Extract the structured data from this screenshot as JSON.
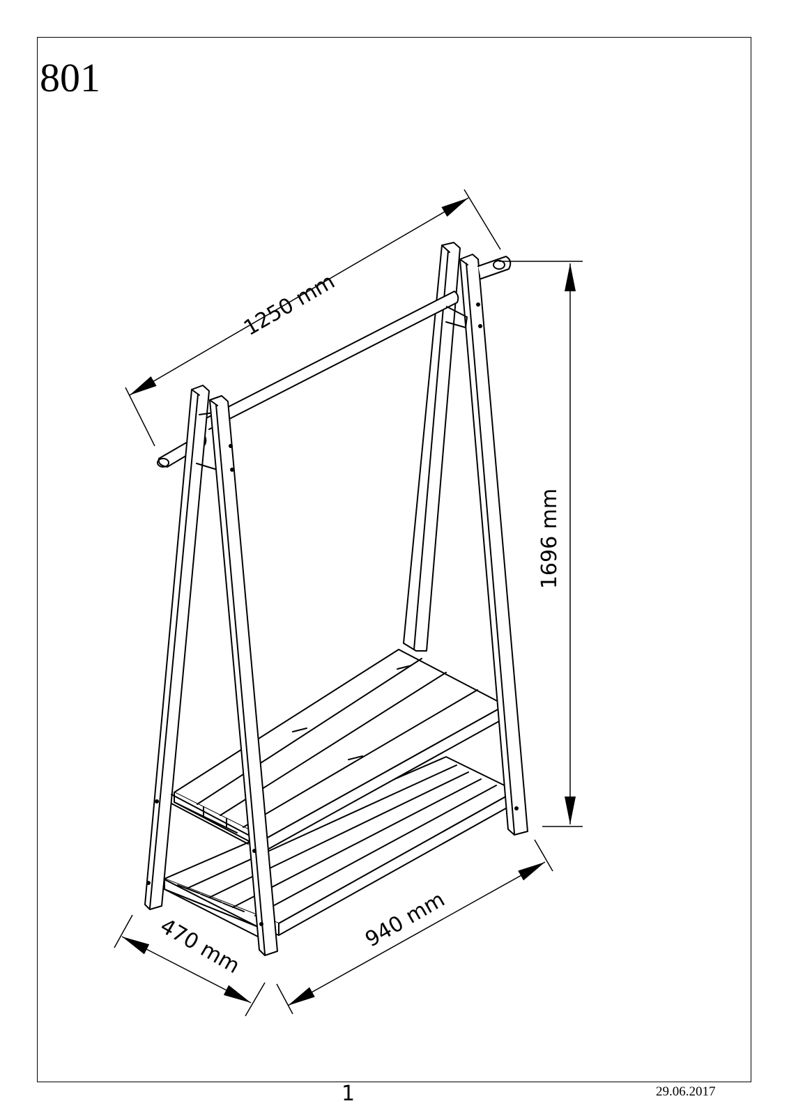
{
  "model_number": "801",
  "dimensions": {
    "width": "1250 mm",
    "height": "1696 mm",
    "shelf_width": "940 mm",
    "depth": "470 mm"
  },
  "footer": {
    "page_number": "1",
    "date": "29.06.2017"
  }
}
